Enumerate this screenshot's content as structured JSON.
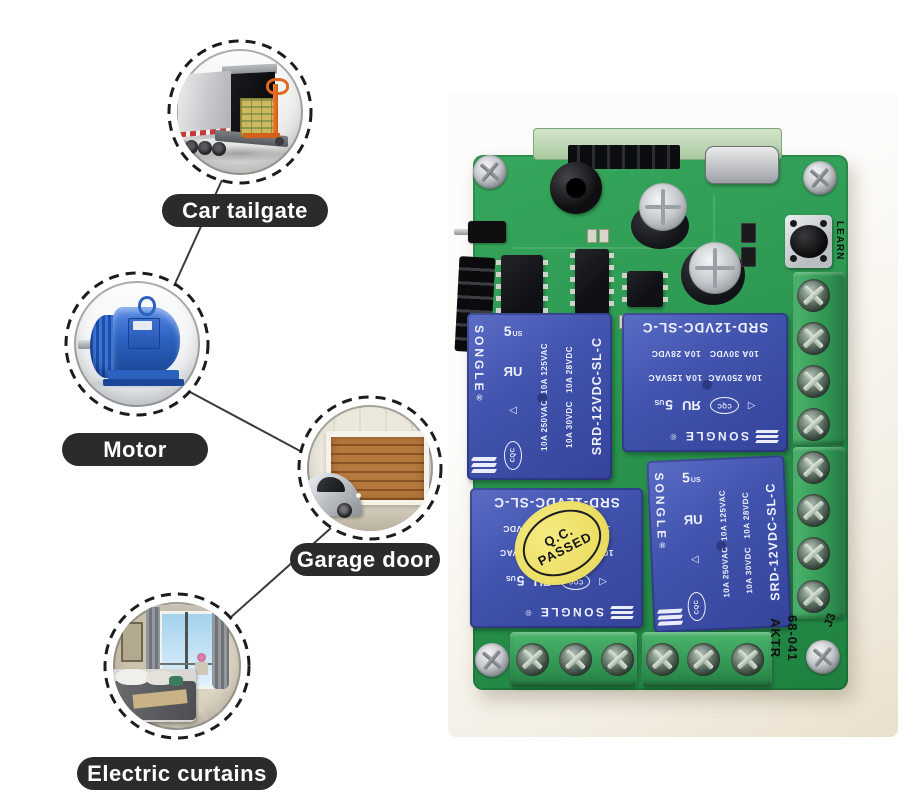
{
  "applications": [
    {
      "label": "Car tailgate",
      "photo": "truck-tailgate-photo"
    },
    {
      "label": "Motor",
      "photo": "electric-motor-photo"
    },
    {
      "label": "Garage door",
      "photo": "garage-door-photo"
    },
    {
      "label": "Electric curtains",
      "photo": "bedroom-curtains-photo"
    }
  ],
  "board": {
    "learn_button_label": "LEARN",
    "silkscreen_ref": "AKTR",
    "silkscreen_code": "68-041",
    "silkscreen_connector": "J3",
    "qc_sticker": {
      "line1": "Q.C.",
      "line2": "PASSED"
    },
    "relay": {
      "brand": "SONGLE",
      "registered_mark": "®",
      "model": "SRD-12VDC-SL-C",
      "rating_ac": "10A 250VAC  10A 125VAC",
      "rating_dc": "10A 30VDC   10A 28VDC",
      "ul_code": "5",
      "ul_suffix": "US",
      "ul_mark": "ЯU",
      "cert_triangle": "◁",
      "cqc_mark": "CQC"
    },
    "colors": {
      "pcb_green": "#2b9750",
      "relay_blue": "#4254ae",
      "terminal_green": "#3aa85c",
      "sticker_yellow": "#ecdf66",
      "label_pill": "#2c2b2b"
    }
  }
}
